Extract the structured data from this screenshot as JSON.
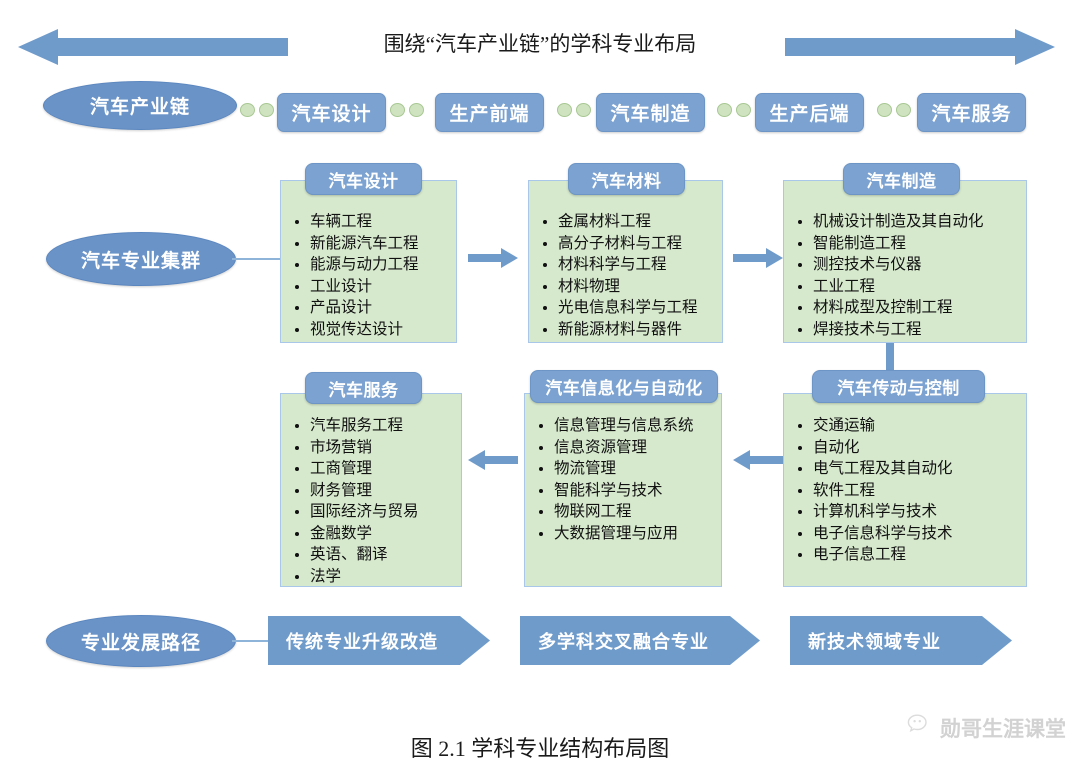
{
  "header": {
    "title": "围绕“汽车产业链”的学科专业布局",
    "left_arrow_icon": "arrow-left-icon",
    "right_arrow_icon": "arrow-right-icon"
  },
  "chain_row": {
    "label": "汽车产业链",
    "connector_icon": "chain-dots-icon",
    "items": [
      {
        "label": "汽车设计"
      },
      {
        "label": "生产前端"
      },
      {
        "label": "汽车制造"
      },
      {
        "label": "生产后端"
      },
      {
        "label": "汽车服务"
      }
    ]
  },
  "cluster_label": "汽车专业集群",
  "groups": [
    {
      "id": "auto-design",
      "title": "汽车设计",
      "items": [
        "车辆工程",
        "新能源汽车工程",
        "能源与动力工程",
        "工业设计",
        "产品设计",
        "视觉传达设计"
      ]
    },
    {
      "id": "auto-materials",
      "title": "汽车材料",
      "items": [
        "金属材料工程",
        "高分子材料与工程",
        "材料科学与工程",
        "材料物理",
        "光电信息科学与工程",
        "新能源材料与器件"
      ]
    },
    {
      "id": "auto-manufacturing",
      "title": "汽车制造",
      "items": [
        "机械设计制造及其自动化",
        "智能制造工程",
        "测控技术与仪器",
        "工业工程",
        "材料成型及控制工程",
        "焊接技术与工程"
      ]
    },
    {
      "id": "auto-service",
      "title": "汽车服务",
      "items": [
        "汽车服务工程",
        "市场营销",
        "工商管理",
        "财务管理",
        "国际经济与贸易",
        "金融数学",
        "英语、翻译",
        "法学"
      ]
    },
    {
      "id": "auto-informatization",
      "title": "汽车信息化与自动化",
      "items": [
        "信息管理与信息系统",
        "信息资源管理",
        "物流管理",
        "智能科学与技术",
        "物联网工程",
        "大数据管理与应用"
      ]
    },
    {
      "id": "auto-transmission-control",
      "title": "汽车传动与控制",
      "items": [
        "交通运输",
        "自动化",
        "电气工程及其自动化",
        "软件工程",
        "计算机科学与技术",
        "电子信息科学与技术",
        "电子信息工程"
      ]
    }
  ],
  "flow_icons": {
    "right": "arrow-right-icon",
    "left": "arrow-left-icon",
    "down": "arrow-down-icon"
  },
  "path_row": {
    "label": "专业发展路径",
    "chevrons": [
      {
        "label": "传统专业升级改造"
      },
      {
        "label": "多学科交叉融合专业"
      },
      {
        "label": "新技术领域专业"
      }
    ]
  },
  "caption": "图 2.1  学科专业结构布局图",
  "watermark": {
    "text": "勋哥生涯课堂",
    "icon": "wechat-bubble-icon"
  },
  "colors": {
    "blue": "#7ba2d0",
    "blue_dark": "#6a93c8",
    "green_panel": "#d6e9cd",
    "panel_border": "#a9c7e8",
    "dot_green": "#cfe3c0",
    "arrow_blue": "#6f9bcb",
    "text_dark": "#1a1a1a",
    "watermark_gray": "#d2d2d2"
  }
}
